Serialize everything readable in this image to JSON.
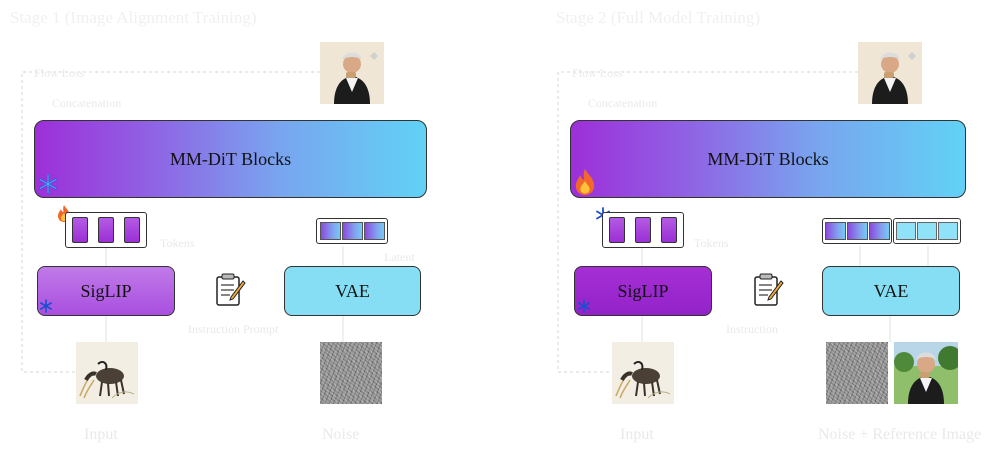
{
  "panel_a": {
    "title": "Stage 1 (Image Alignment Training)",
    "block_label": "MM-DiT Blocks",
    "encoder_label": "SigLIP",
    "vae_label": "VAE",
    "block_state_icon": "snowflake-icon",
    "token_state_icon": "fire-icon",
    "encoder_state_icon": "snowflake-icon",
    "faint_labels": {
      "top_left": "Flow Loss",
      "second_left": "Concatenation",
      "mid_left": "Tokens",
      "mid_right": "Latent",
      "caption": "Instruction Prompt",
      "bottom_left": "Input",
      "bottom_right": "Noise"
    }
  },
  "panel_b": {
    "title": "Stage 2 (Full Model Training)",
    "block_label": "MM-DiT Blocks",
    "encoder_label": "SigLIP",
    "vae_label": "VAE",
    "block_state_icon": "fire-icon",
    "token_state_icon": "snowflake-icon",
    "encoder_state_icon": "snowflake-icon",
    "faint_labels": {
      "top_left": "Flow Loss",
      "second_left": "Concatenation",
      "mid_left": "Tokens",
      "caption": "Instruction",
      "bottom_left": "Input",
      "bottom_right": "Noise + Reference Image"
    }
  },
  "colors": {
    "purple": "#9d2fd9",
    "cyan": "#61d2f5",
    "vae_fill": "#86def5",
    "outline": "#333333"
  }
}
